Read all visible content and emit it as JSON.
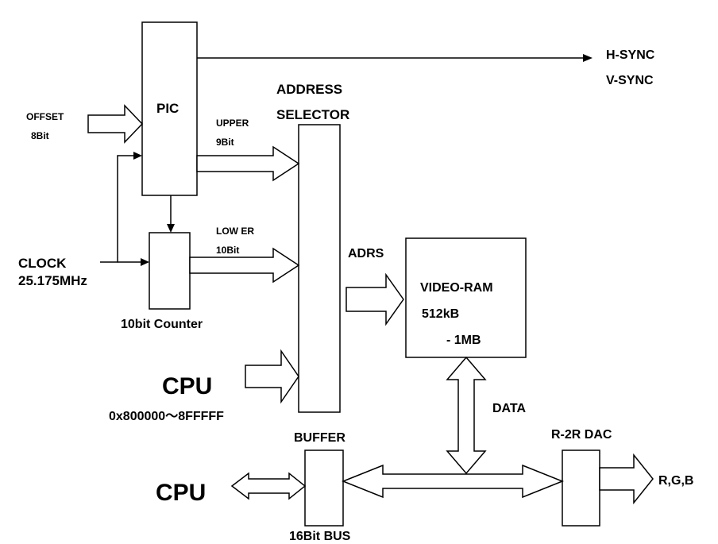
{
  "blocks": {
    "pic": "PIC",
    "address_selector_line1": "ADDRESS",
    "address_selector_line2": "SELECTOR",
    "counter": "10bit Counter",
    "video_ram_line1": "VIDEO-RAM",
    "video_ram_line2": "512kB",
    "video_ram_line3": "- 1MB",
    "buffer": "BUFFER",
    "dac": "R-2R DAC"
  },
  "signals": {
    "offset_line1": "OFFSET",
    "offset_line2": "8Bit",
    "clock_line1": "CLOCK",
    "clock_line2": "25.175MHz",
    "upper_line1": "UPPER",
    "upper_line2": "9Bit",
    "lower_line1": "LOW ER",
    "lower_line2": "10Bit",
    "hsync": "H-SYNC",
    "vsync": "V-SYNC",
    "adrs": "ADRS",
    "data": "DATA",
    "cpu_top": "CPU",
    "cpu_range": "0x800000～8FFFFF",
    "cpu_bottom": "CPU",
    "bus": "16Bit BUS",
    "rgb": "R,G,B"
  }
}
